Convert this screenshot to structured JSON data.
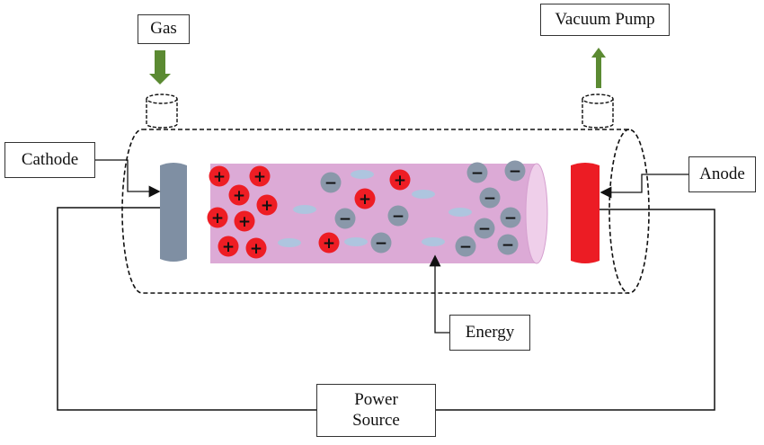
{
  "labels": {
    "gas": "Gas",
    "vacuum_pump": "Vacuum Pump",
    "cathode": "Cathode",
    "anode": "Anode",
    "energy": "Energy",
    "power_source_line1": "Power",
    "power_source_line2": "Source"
  },
  "symbols": {
    "positive": "+",
    "negative": "−"
  },
  "colors": {
    "plasma": "#dcaad6",
    "plasma_end": "#efcfea",
    "cathode": "#7f8fa3",
    "anode": "#ec1c24",
    "positive_ion": "#ee1d24",
    "negative_ion": "#8a98aa",
    "arrow_green": "#5b8a32",
    "cloud": "#a9c8e0"
  }
}
